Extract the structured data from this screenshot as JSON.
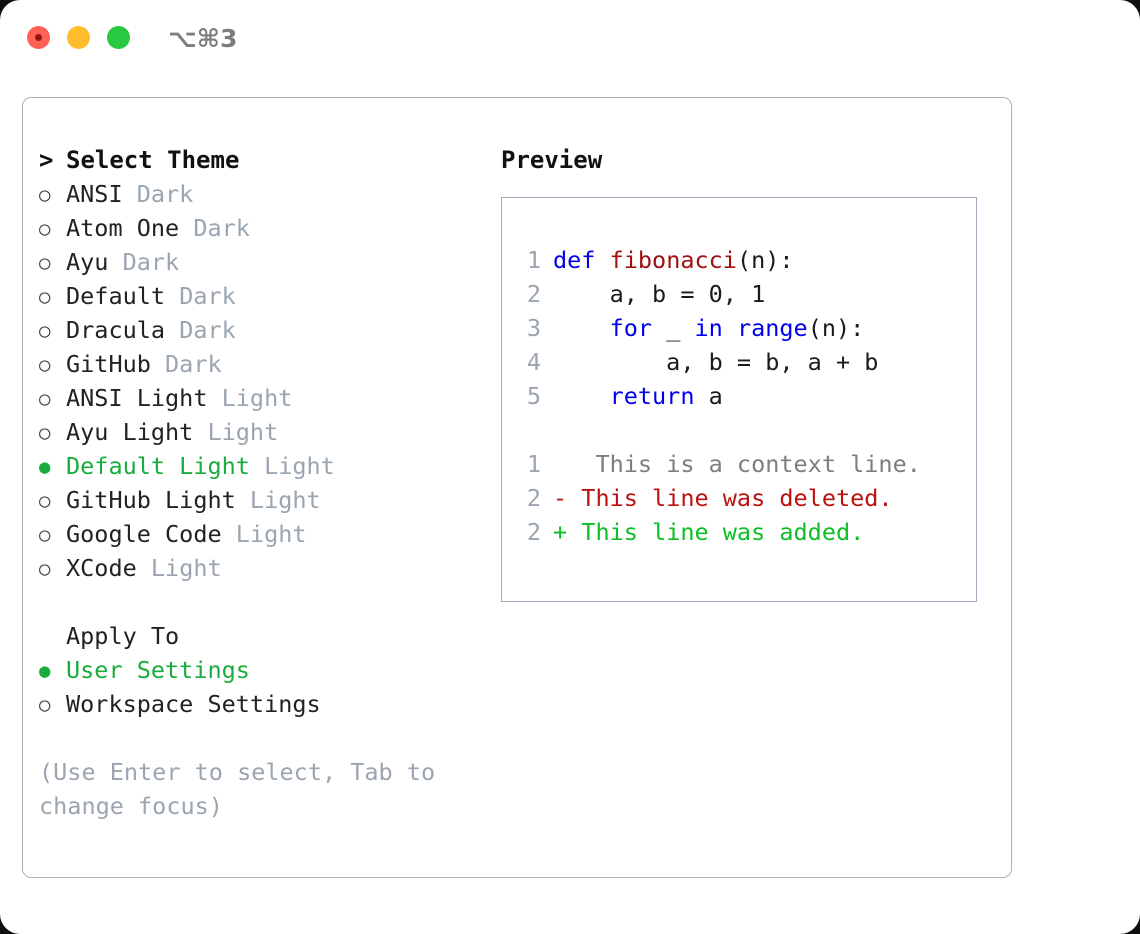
{
  "window": {
    "shortcut": "⌥⌘3",
    "traffic_lights": [
      "close-red",
      "minimize-yellow",
      "zoom-green"
    ]
  },
  "theme_list": {
    "header": "Select Theme",
    "header_marker": ">",
    "items": [
      {
        "marker": "○",
        "label": "ANSI",
        "tag": "Dark",
        "selected": false
      },
      {
        "marker": "○",
        "label": "Atom One",
        "tag": "Dark",
        "selected": false
      },
      {
        "marker": "○",
        "label": "Ayu",
        "tag": "Dark",
        "selected": false
      },
      {
        "marker": "○",
        "label": "Default",
        "tag": "Dark",
        "selected": false
      },
      {
        "marker": "○",
        "label": "Dracula",
        "tag": "Dark",
        "selected": false
      },
      {
        "marker": "○",
        "label": "GitHub",
        "tag": "Dark",
        "selected": false
      },
      {
        "marker": "○",
        "label": "ANSI Light",
        "tag": "Light",
        "selected": false
      },
      {
        "marker": "○",
        "label": "Ayu Light",
        "tag": "Light",
        "selected": false
      },
      {
        "marker": "●",
        "label": "Default Light",
        "tag": "Light",
        "selected": true
      },
      {
        "marker": "○",
        "label": "GitHub Light",
        "tag": "Light",
        "selected": false
      },
      {
        "marker": "○",
        "label": "Google Code",
        "tag": "Light",
        "selected": false
      },
      {
        "marker": "○",
        "label": "XCode",
        "tag": "Light",
        "selected": false
      }
    ]
  },
  "apply_to": {
    "title": "Apply To",
    "options": [
      {
        "marker": "●",
        "label": "User Settings",
        "selected": true
      },
      {
        "marker": "○",
        "label": "Workspace Settings",
        "selected": false
      }
    ]
  },
  "hint": "(Use Enter to select, Tab to change focus)",
  "preview": {
    "title": "Preview",
    "code_lines": [
      {
        "n": "1",
        "tokens": [
          {
            "t": "def",
            "c": "kw"
          },
          {
            "t": " ",
            "c": "pl"
          },
          {
            "t": "fibonacci",
            "c": "fn"
          },
          {
            "t": "(n):",
            "c": "pl"
          }
        ]
      },
      {
        "n": "2",
        "tokens": [
          {
            "t": "    a, b = 0, 1",
            "c": "pl"
          }
        ]
      },
      {
        "n": "3",
        "tokens": [
          {
            "t": "    ",
            "c": "pl"
          },
          {
            "t": "for",
            "c": "kw"
          },
          {
            "t": " _ ",
            "c": "pl"
          },
          {
            "t": "in",
            "c": "kw"
          },
          {
            "t": " ",
            "c": "pl"
          },
          {
            "t": "range",
            "c": "kw"
          },
          {
            "t": "(n):",
            "c": "pl"
          }
        ]
      },
      {
        "n": "4",
        "tokens": [
          {
            "t": "        a, b = b, a + b",
            "c": "pl"
          }
        ]
      },
      {
        "n": "5",
        "tokens": [
          {
            "t": "    ",
            "c": "pl"
          },
          {
            "t": "return",
            "c": "kw"
          },
          {
            "t": " a",
            "c": "pl"
          }
        ]
      }
    ],
    "diff_lines": [
      {
        "n": "1",
        "sign": " ",
        "text": "  This is a context line.",
        "c": "ctx"
      },
      {
        "n": "2",
        "sign": "-",
        "text": " This line was deleted.",
        "c": "del"
      },
      {
        "n": "2",
        "sign": "+",
        "text": " This line was added.",
        "c": "add"
      }
    ]
  },
  "colors": {
    "accent_green": "#18ad3c",
    "tag_gray": "#9aa5b1",
    "keyword_blue": "#0000ee",
    "function_red": "#a01010",
    "diff_add": "#0bbf24",
    "diff_del": "#bb1111",
    "border": "#aab2be"
  }
}
